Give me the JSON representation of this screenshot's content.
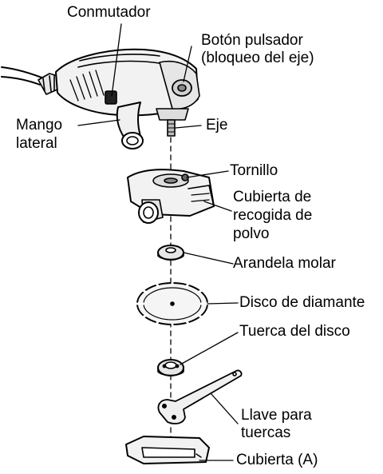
{
  "labels": {
    "switch": "Conmutador",
    "push_button": [
      "Botón pulsador",
      "(bloqueo del eje)"
    ],
    "side_handle": [
      "Mango",
      "lateral"
    ],
    "spindle": "Eje",
    "screw": "Tornillo",
    "dust_cover": [
      "Cubierta de",
      "recogida de",
      "polvo"
    ],
    "wheel_washer": "Arandela molar",
    "diamond_disc": "Disco de diamante",
    "disc_nut": "Tuerca del disco",
    "wrench": [
      "Llave para",
      "tuercas"
    ],
    "cover_a": "Cubierta (A)"
  }
}
